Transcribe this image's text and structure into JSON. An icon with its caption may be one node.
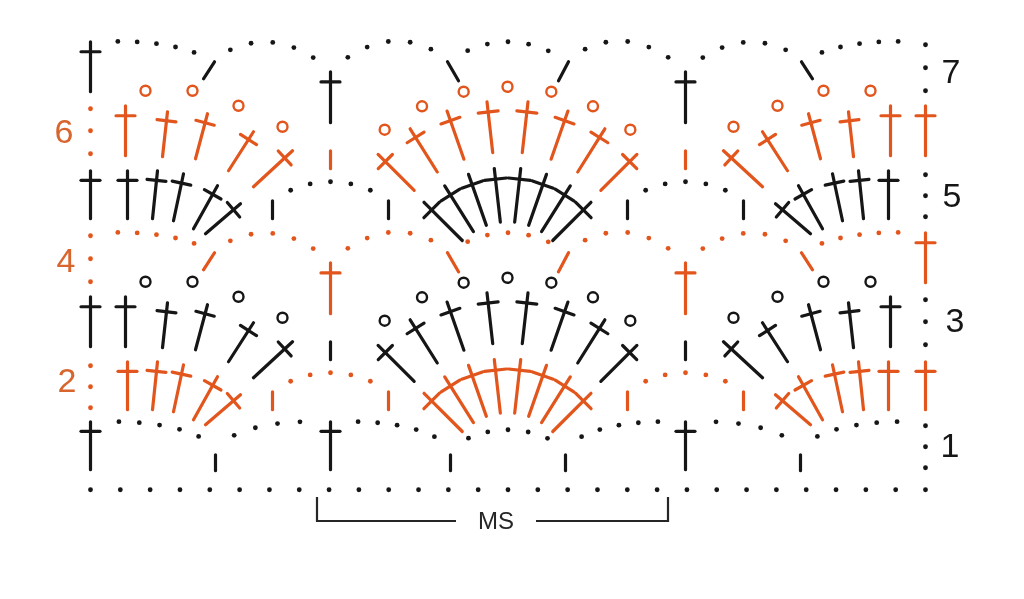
{
  "diagram": {
    "labels": [
      "7",
      "6",
      "5",
      "4",
      "3",
      "2",
      "1",
      "MS"
    ]
  }
}
